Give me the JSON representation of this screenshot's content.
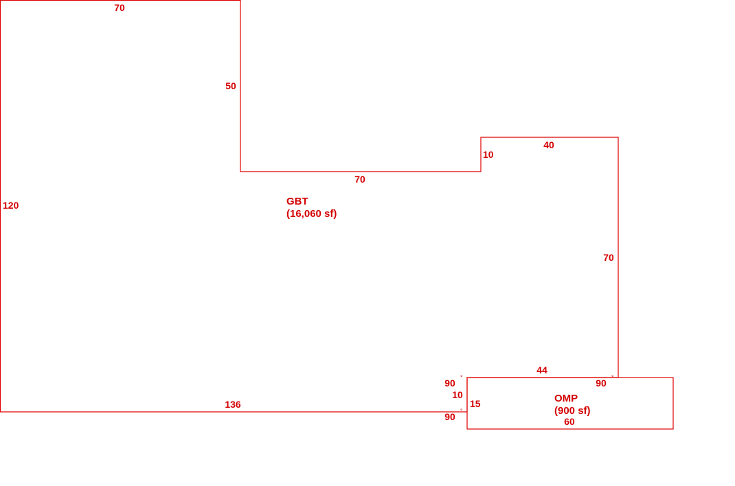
{
  "colors": {
    "line": "#e00000",
    "text": "#d40000",
    "background": "#ffffff"
  },
  "areas": [
    {
      "id": "gbt",
      "name": "GBT",
      "area": "(16,060 sf)"
    },
    {
      "id": "omp",
      "name": "OMP",
      "area": "(900 sf)"
    }
  ],
  "gbt_dimensions": {
    "top": "70",
    "upper_right_drop": "50",
    "middle_ledge": "70",
    "step_up": "10",
    "upper_east": "40",
    "east_side": "70",
    "west_side": "120",
    "bottom": "136",
    "notch_top": "44",
    "notch_left": "10"
  },
  "omp_dimensions": {
    "left_side": "15",
    "bottom": "60"
  },
  "angles": {
    "notch_top_left": "90",
    "notch_top_right": "90",
    "notch_bottom_left": "90",
    "degree_symbol": "°"
  }
}
